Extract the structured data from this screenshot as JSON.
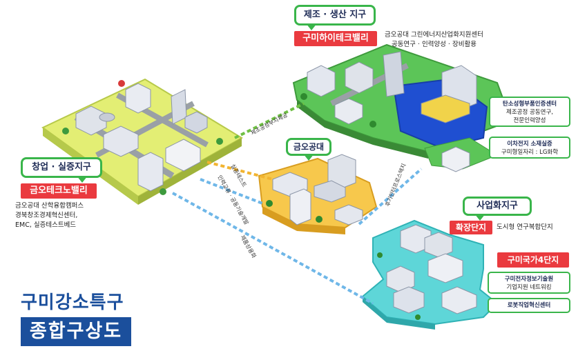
{
  "title": {
    "line1": "구미강소특구",
    "line2": "종합구상도"
  },
  "zones": {
    "startup": {
      "label": "창업 · 실증지구",
      "name": "금오테크노밸리",
      "desc": [
        "금오공대 산학융합캠퍼스",
        "경북창조경제혁신센터,",
        "EMC, 실증테스트베드"
      ]
    },
    "manufacturing": {
      "label": "제조 · 생산 지구",
      "name": "구미하이테크밸리",
      "desc": [
        "금오공대 그린에너지산업화지원센터",
        "공동연구 · 인력양성 · 장비활용"
      ],
      "boxes": [
        {
          "title": "탄소성형부품인증센터",
          "lines": [
            "제조공정 공동연구,",
            "전문인력양성"
          ]
        },
        {
          "title": "이차전지 소재실증",
          "lines": [
            "구미형일자리 : LG화학"
          ]
        }
      ]
    },
    "university": {
      "label": "금오공대"
    },
    "commercial": {
      "label": "사업화지구",
      "expansion_name": "확장단지",
      "expansion_desc": "도시형 연구복합단지",
      "complex_name": "구미국가4단지",
      "boxes": [
        {
          "title": "구미전자정보기술원",
          "lines": [
            "기업지원 네트워킹"
          ]
        },
        {
          "title": "로봇직업혁신센터",
          "lines": []
        }
      ]
    }
  },
  "arrows": [
    {
      "label": "제조공정부지제공"
    },
    {
      "label": "실증테스트"
    },
    {
      "label": "인력교류 · 공동기술개발"
    },
    {
      "label": "후기인터프로스택지"
    },
    {
      "label": "제품상용화"
    }
  ],
  "colors": {
    "startup_land": "#e3ee74",
    "manufacturing_land": "#5cc558",
    "water": "#1f4fd1",
    "university_land": "#f7c84c",
    "commercial_land": "#5ed6d8",
    "accent_green": "#39b54a",
    "accent_red": "#ea3a3f",
    "title_blue": "#1b4f9c"
  }
}
